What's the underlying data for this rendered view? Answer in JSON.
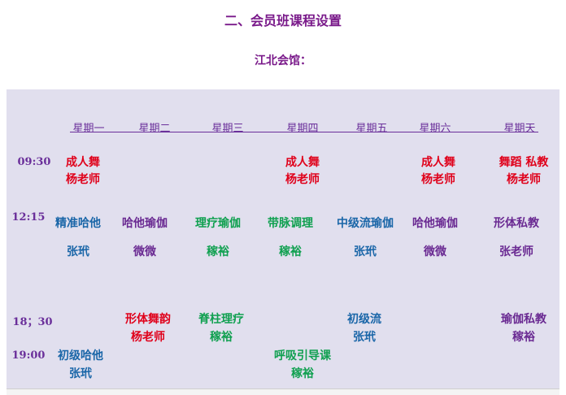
{
  "title": "二、会员班课程设置",
  "subtitle": "江北会馆：",
  "days": [
    "星期一",
    "星期二",
    "星期三",
    "星期四",
    "星期五",
    "星期六",
    "星期天"
  ],
  "times": [
    "09:30",
    "12:15",
    "18；30",
    "19:00"
  ],
  "colors": {
    "red": "#e0001a",
    "purple": "#6a2a92",
    "blue": "#1a66a8",
    "green": "#10a050"
  },
  "classes": {
    "r0": [
      {
        "day": "星期一",
        "course": "成人舞",
        "teacher": "杨老师"
      },
      {
        "day": "星期四",
        "course": "成人舞",
        "teacher": "杨老师"
      },
      {
        "day": "星期六",
        "course": "成人舞",
        "teacher": "杨老师"
      },
      {
        "day": "星期天",
        "course": "舞蹈 私教",
        "teacher": "杨老师"
      }
    ],
    "r1": [
      {
        "day": "星期一",
        "course": "精准哈他",
        "teacher": "张玳"
      },
      {
        "day": "星期二",
        "course": "哈他瑜伽",
        "teacher": "微微"
      },
      {
        "day": "星期三",
        "course": "理疗瑜伽",
        "teacher": "稼裕"
      },
      {
        "day": "星期四",
        "course": "带脉调理",
        "teacher": "稼裕"
      },
      {
        "day": "星期五",
        "course": "中级流瑜伽",
        "teacher": "张玳"
      },
      {
        "day": "星期六",
        "course": "哈他瑜伽",
        "teacher": "微微"
      },
      {
        "day": "星期天",
        "course": "形体私教",
        "teacher": "张老师"
      }
    ],
    "r2": [
      {
        "day": "星期二",
        "course": "形体舞韵",
        "teacher": "杨老师"
      },
      {
        "day": "星期三",
        "course": "脊柱理疗",
        "teacher": "稼裕"
      },
      {
        "day": "星期五",
        "course": "初级流",
        "teacher": "张玳"
      },
      {
        "day": "星期天",
        "course": "瑜伽私教",
        "teacher": "稼裕"
      }
    ],
    "r3": [
      {
        "day": "星期一",
        "course": "初级哈他",
        "teacher": "张玳"
      },
      {
        "day": "星期四",
        "course": "呼吸引导课",
        "teacher": "稼裕"
      }
    ]
  }
}
